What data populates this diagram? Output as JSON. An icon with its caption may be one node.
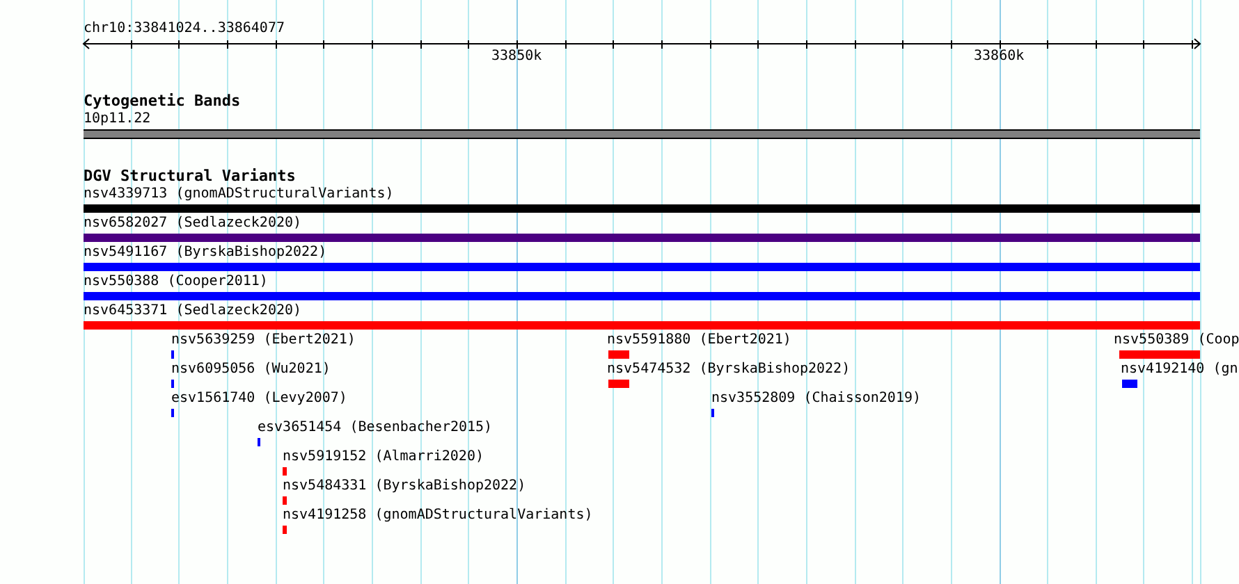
{
  "diagram": {
    "labels": [
      "chr10:33841024..33864077",
      "33850k",
      "33860k",
      "Cytogenetic Bands",
      "10p11.22",
      "DGV Structural Variants",
      "nsv4339713 (gnomADStructuralVariants)",
      "nsv6582027 (Sedlazeck2020)",
      "nsv5491167 (ByrskaBishop2022)",
      "nsv550388 (Cooper2011)",
      "nsv6453371 (Sedlazeck2020)",
      "nsv5639259 (Ebert2021)",
      "nsv5591880 (Ebert2021)",
      "nsv550389 (Coop",
      "nsv6095056 (Wu2021)",
      "nsv5474532 (ByrskaBishop2022)",
      "nsv4192140 (gn",
      "esv1561740 (Levy2007)",
      "nsv3552809 (Chaisson2019)",
      "esv3651454 (Besenbacher2015)",
      "nsv5919152 (Almarri2020)",
      "nsv5484331 (ByrskaBishop2022)",
      "nsv4191258 (gnomADStructuralVariants)"
    ]
  }
}
